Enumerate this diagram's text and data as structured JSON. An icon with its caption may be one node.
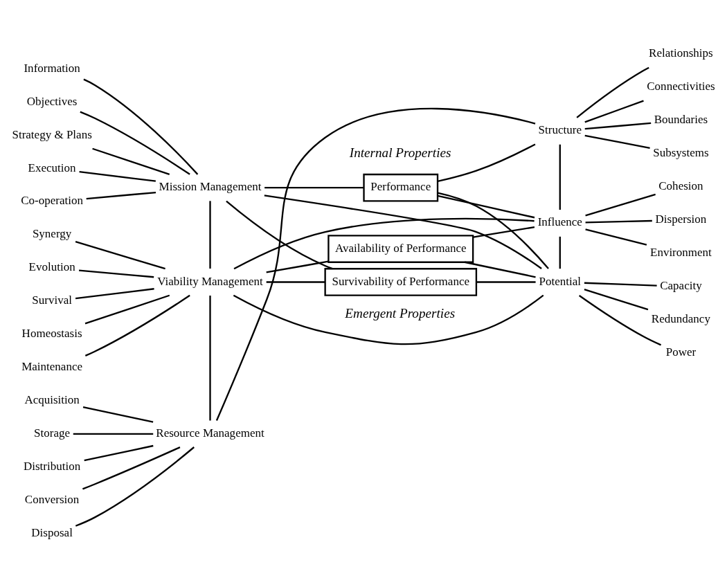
{
  "diagram": {
    "nodes": [
      {
        "text": [
          "Information"
        ]
      },
      {
        "text": [
          "Objectives"
        ]
      },
      {
        "text": [
          "Strategy & Plans"
        ]
      },
      {
        "text": [
          "Execution"
        ]
      },
      {
        "text": [
          "Co-operation"
        ]
      },
      {
        "text": [
          "Mission Management"
        ]
      },
      {
        "text": [
          "Structure"
        ]
      },
      {
        "text": [
          "Boundaries"
        ]
      },
      {
        "text": [
          "Subsystems"
        ]
      },
      {
        "text": [
          "Relationships"
        ]
      },
      {
        "text": [
          "Connectivities"
        ]
      },
      {
        "text": [
          "Synergy"
        ]
      },
      {
        "text": [
          "Evolution"
        ]
      },
      {
        "text": [
          "Survival"
        ]
      },
      {
        "text": [
          "Homeostasis"
        ]
      },
      {
        "text": [
          "Maintenance"
        ]
      },
      {
        "text": [
          "Viability Management"
        ]
      },
      {
        "text": [
          "Influence"
        ]
      },
      {
        "text": [
          "Environment"
        ]
      },
      {
        "text": [
          "Cohesion"
        ]
      },
      {
        "text": [
          "Dispersion"
        ]
      },
      {
        "text": [
          "Acquisition"
        ]
      },
      {
        "text": [
          "Storage"
        ]
      },
      {
        "text": [
          "Distribution"
        ]
      },
      {
        "text": [
          "Conversion"
        ]
      },
      {
        "text": [
          "Disposal"
        ]
      },
      {
        "text": [
          "Resource Management"
        ]
      },
      {
        "text": [
          "Potential"
        ]
      },
      {
        "text": [
          "Power"
        ]
      },
      {
        "text": [
          "Capacity"
        ]
      },
      {
        "text": [
          "Redundancy"
        ]
      },
      {
        "text": [
          "Performance"
        ]
      },
      {
        "text": [
          "Availability of Performance"
        ]
      },
      {
        "text": [
          "Survivability of Performance"
        ]
      }
    ],
    "edges": [
      {
        "from": 0,
        "to": 5,
        "arrow": "none"
      },
      {
        "from": 1,
        "to": 5,
        "arrow": "none"
      },
      {
        "from": 2,
        "to": 5,
        "arrow": "none"
      },
      {
        "from": 3,
        "to": 5,
        "arrow": "none"
      },
      {
        "from": 4,
        "to": 5,
        "arrow": "none"
      },
      {
        "from": 6,
        "to": 7,
        "arrow": "none"
      },
      {
        "from": 6,
        "to": 8,
        "arrow": "none"
      },
      {
        "from": 6,
        "to": 9,
        "arrow": "none"
      },
      {
        "from": 6,
        "to": 10,
        "arrow": "none"
      },
      {
        "from": 11,
        "to": 16,
        "arrow": "none"
      },
      {
        "from": 12,
        "to": 16,
        "arrow": "none"
      },
      {
        "from": 13,
        "to": 16,
        "arrow": "none"
      },
      {
        "from": 14,
        "to": 16,
        "arrow": "none"
      },
      {
        "from": 15,
        "to": 16,
        "arrow": "none"
      },
      {
        "from": 17,
        "to": 18,
        "arrow": "none"
      },
      {
        "from": 17,
        "to": 19,
        "arrow": "none"
      },
      {
        "from": 17,
        "to": 20,
        "arrow": "none"
      },
      {
        "from": 21,
        "to": 26,
        "arrow": "none"
      },
      {
        "from": 22,
        "to": 26,
        "arrow": "none"
      },
      {
        "from": 23,
        "to": 26,
        "arrow": "none"
      },
      {
        "from": 24,
        "to": 26,
        "arrow": "none"
      },
      {
        "from": 25,
        "to": 26,
        "arrow": "none"
      },
      {
        "from": 27,
        "to": 28,
        "arrow": "none"
      },
      {
        "from": 27,
        "to": 29,
        "arrow": "none"
      },
      {
        "from": 27,
        "to": 30,
        "arrow": "none"
      },
      {
        "from": 5,
        "to": 16,
        "arrow": "none"
      },
      {
        "from": 5,
        "to": 31,
        "arrow": "none"
      },
      {
        "from": 5,
        "to": 33,
        "arrow": "none"
      },
      {
        "from": 5,
        "to": 27,
        "arrow": "none"
      },
      {
        "from": 16,
        "to": 17,
        "arrow": "none"
      },
      {
        "from": 16,
        "to": 26,
        "arrow": "none"
      },
      {
        "from": 16,
        "to": 32,
        "arrow": "none"
      },
      {
        "from": 16,
        "to": 33,
        "arrow": "none"
      },
      {
        "from": 16,
        "to": 27,
        "arrow": "none"
      },
      {
        "from": 26,
        "to": 6,
        "arrow": "none"
      },
      {
        "from": 31,
        "to": 6,
        "arrow": "none"
      },
      {
        "from": 6,
        "to": 17,
        "arrow": "none"
      },
      {
        "from": 31,
        "to": 17,
        "arrow": "none"
      },
      {
        "from": 32,
        "to": 17,
        "arrow": "none"
      },
      {
        "from": 17,
        "to": 27,
        "arrow": "none"
      },
      {
        "from": 31,
        "to": 27,
        "arrow": "none"
      },
      {
        "from": 32,
        "to": 27,
        "arrow": "none"
      },
      {
        "from": 33,
        "to": 27,
        "arrow": "none"
      }
    ],
    "labels": [
      "Internal Properties",
      "Emergent Properties"
    ]
  }
}
